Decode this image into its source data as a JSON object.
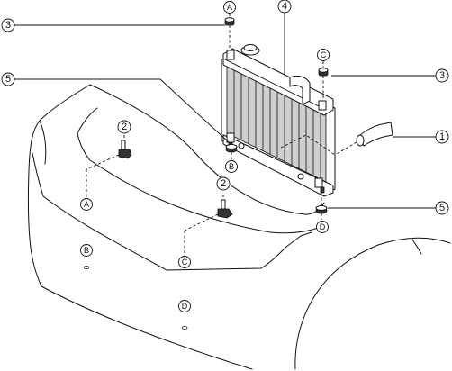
{
  "callouts": {
    "c1": "1",
    "c2a": "2",
    "c2b": "2",
    "c3a": "3",
    "c3b": "3",
    "c4": "4",
    "c5a": "5",
    "c5b": "5"
  },
  "refs": {
    "A_top": "A",
    "A_body": "A",
    "B_mount": "B",
    "B_body": "B",
    "C_top": "C",
    "C_body": "C",
    "D_mount": "D",
    "D_body": "D"
  }
}
